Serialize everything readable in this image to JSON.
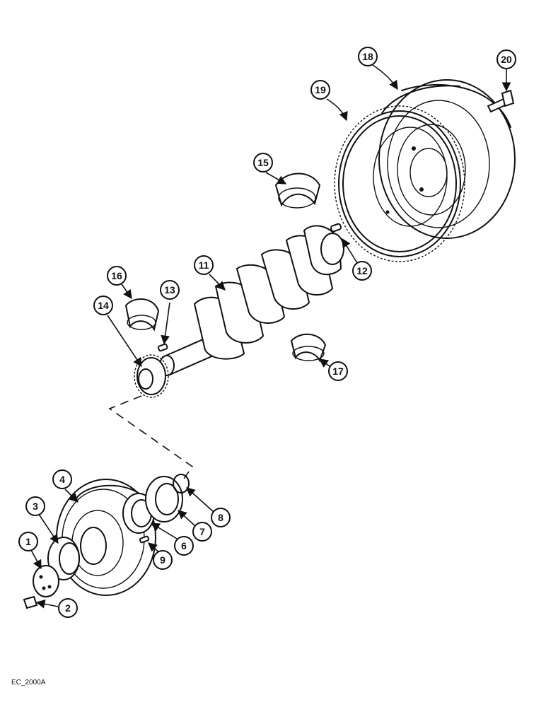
{
  "diagram": {
    "code": "EC_2000A",
    "callouts": [
      "1",
      "2",
      "3",
      "4",
      "6",
      "7",
      "8",
      "9",
      "11",
      "12",
      "13",
      "14",
      "15",
      "16",
      "17",
      "18",
      "19",
      "20"
    ]
  }
}
